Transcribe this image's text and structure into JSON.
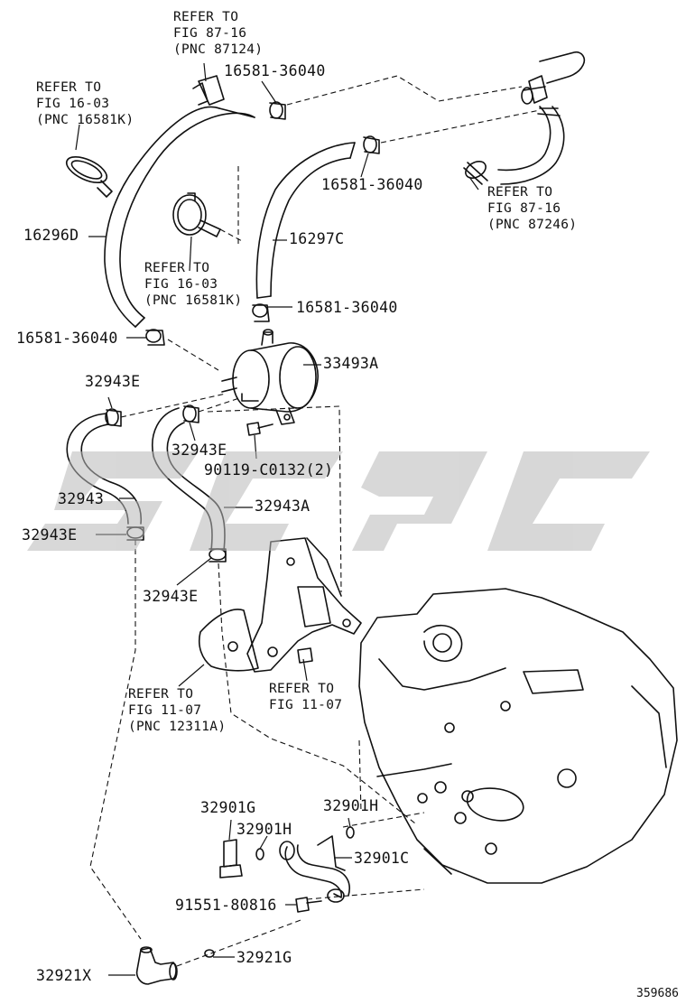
{
  "watermark_icon": "sgc-logo-watermark",
  "diagram_id": "359686",
  "callouts": [
    {
      "id": "ref_87124",
      "text": "REFER TO\nFIG 87-16\n(PNC 87124)"
    },
    {
      "id": "ref_16581k_top",
      "text": "REFER TO\nFIG 16-03\n(PNC 16581K)"
    },
    {
      "id": "ref_87246",
      "text": "REFER TO\nFIG 87-16\n(PNC 87246)"
    },
    {
      "id": "ref_16581k_mid",
      "text": "REFER TO\nFIG 16-03\n(PNC 16581K)"
    },
    {
      "id": "ref_12311a",
      "text": "REFER TO\nFIG 11-07\n(PNC 12311A)"
    },
    {
      "id": "ref_1107",
      "text": "REFER TO\nFIG 11-07"
    }
  ],
  "parts": [
    {
      "id": "p_16581_top",
      "text": "16581-36040"
    },
    {
      "id": "p_16581_right",
      "text": "16581-36040"
    },
    {
      "id": "p_16296d",
      "text": "16296D"
    },
    {
      "id": "p_16297c",
      "text": "16297C"
    },
    {
      "id": "p_16581_mid",
      "text": "16581-36040"
    },
    {
      "id": "p_16581_left",
      "text": "16581-36040"
    },
    {
      "id": "p_33493a",
      "text": "33493A"
    },
    {
      "id": "p_32943e_1",
      "text": "32943E"
    },
    {
      "id": "p_32943e_2",
      "text": "32943E"
    },
    {
      "id": "p_90119",
      "text": "90119-C0132(2)"
    },
    {
      "id": "p_32943",
      "text": "32943"
    },
    {
      "id": "p_32943a",
      "text": "32943A"
    },
    {
      "id": "p_32943e_3",
      "text": "32943E"
    },
    {
      "id": "p_32943e_4",
      "text": "32943E"
    },
    {
      "id": "p_32901g",
      "text": "32901G"
    },
    {
      "id": "p_32901h_right",
      "text": "32901H"
    },
    {
      "id": "p_32901h_left",
      "text": "32901H"
    },
    {
      "id": "p_32901c",
      "text": "32901C"
    },
    {
      "id": "p_91551",
      "text": "91551-80816"
    },
    {
      "id": "p_32921g",
      "text": "32921G"
    },
    {
      "id": "p_32921x",
      "text": "32921X"
    }
  ]
}
